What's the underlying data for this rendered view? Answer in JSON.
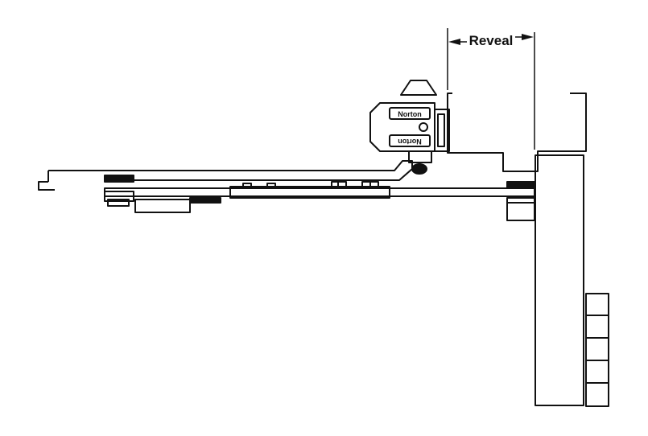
{
  "diagram": {
    "dimension_label": "Reveal",
    "brand_label_upper": "Norton",
    "brand_label_lower": "Norton"
  },
  "colors": {
    "ink": "#111111",
    "paper": "#ffffff"
  }
}
